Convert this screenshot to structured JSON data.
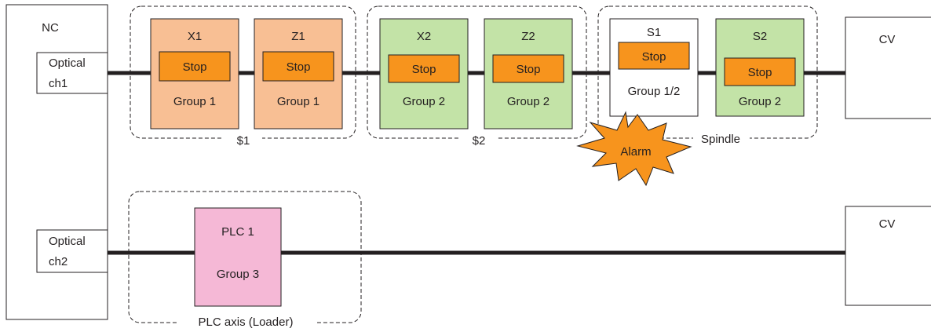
{
  "nc": {
    "label": "NC"
  },
  "optical": {
    "ch1": {
      "line1": "Optical",
      "line2": "ch1"
    },
    "ch2": {
      "line1": "Optical",
      "line2": "ch2"
    }
  },
  "cv": {
    "top": "CV",
    "bottom": "CV"
  },
  "groups": {
    "g1": "$1",
    "g2": "$2",
    "spindle": "Spindle",
    "plc": "PLC axis (Loader)"
  },
  "axes": {
    "x1": {
      "name": "X1",
      "stop": "Stop",
      "group": "Group 1"
    },
    "z1": {
      "name": "Z1",
      "stop": "Stop",
      "group": "Group 1"
    },
    "x2": {
      "name": "X2",
      "stop": "Stop",
      "group": "Group 2"
    },
    "z2": {
      "name": "Z2",
      "stop": "Stop",
      "group": "Group 2"
    },
    "s1": {
      "name": "S1",
      "stop": "Stop",
      "group": "Group 1/2"
    },
    "s2": {
      "name": "S2",
      "stop": "Stop",
      "group": "Group 2"
    },
    "plc1": {
      "name": "PLC 1",
      "group": "Group 3"
    }
  },
  "alarm": {
    "label": "Alarm"
  },
  "colors": {
    "group1_fill": "#f8bf94",
    "group2_fill": "#c3e3a7",
    "group3_fill": "#f5b8d6",
    "stop_fill": "#f7941d",
    "alarm_fill": "#f7941d",
    "line": "#231f20"
  }
}
